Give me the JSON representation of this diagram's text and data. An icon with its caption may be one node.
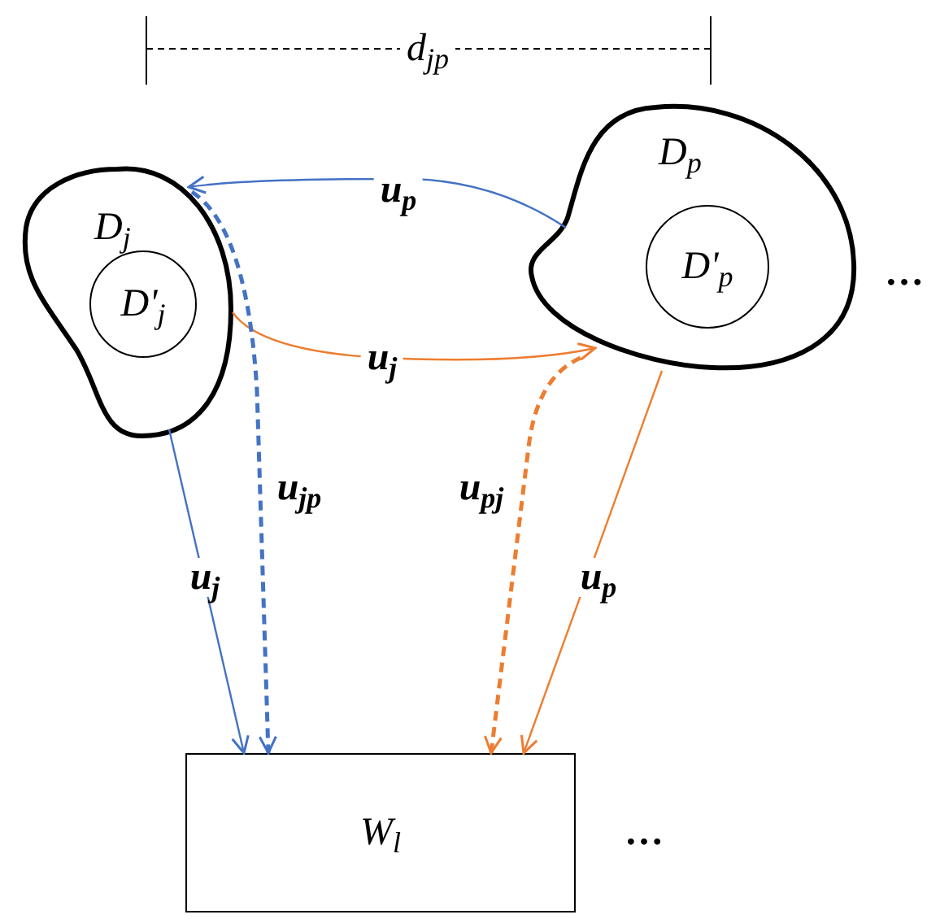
{
  "diagram": {
    "nodes": [
      {
        "text": [
          "D$_{j}$"
        ]
      },
      {
        "text": [
          "D'$_{j}$"
        ],
        "in": 0
      },
      {
        "text": [
          "D$_{p}$"
        ]
      },
      {
        "text": [
          "D'$_{p}$"
        ],
        "in": 2
      },
      {
        "text": [
          "W$_{l}$"
        ]
      }
    ],
    "edges": [
      {
        "from": 2,
        "to": 0,
        "arrow": "to",
        "label": "u$_{p}$",
        "color": "#4472c4"
      },
      {
        "from": 0,
        "to": 2,
        "arrow": "to",
        "label": "u$_{j}$",
        "color": "#ed7d31"
      },
      {
        "from": 0,
        "to": 4,
        "arrow": "to",
        "label": "u$_{j}$",
        "color": "#4472c4"
      },
      {
        "from": 0,
        "to": 4,
        "arrow": "to",
        "label": "u$_{jp}$",
        "style": "dashed",
        "color": "#4472c4"
      },
      {
        "from": 2,
        "to": 4,
        "arrow": "to",
        "label": "u$_{pj}$",
        "style": "dashed",
        "color": "#ed7d31"
      },
      {
        "from": 2,
        "to": 4,
        "arrow": "to",
        "label": "u$_{p}$",
        "color": "#ed7d31"
      }
    ],
    "labels": [
      "d$_{jp}$",
      "…",
      "…"
    ]
  }
}
